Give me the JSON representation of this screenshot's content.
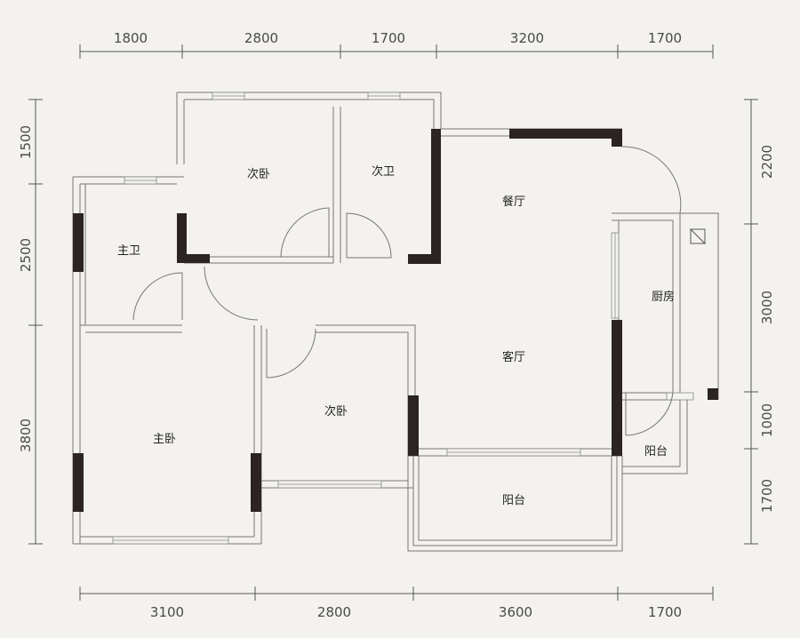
{
  "dimensions": {
    "top": [
      "1800",
      "2800",
      "1700",
      "3200",
      "1700"
    ],
    "bottom": [
      "3100",
      "2800",
      "3600",
      "1700"
    ],
    "left": [
      "1500",
      "2500",
      "3800"
    ],
    "right": [
      "2200",
      "3000",
      "1000",
      "1700"
    ]
  },
  "rooms": {
    "bedroom2_top": "次卧",
    "bathroom2": "次卫",
    "dining": "餐厅",
    "master_bath": "主卫",
    "kitchen": "厨房",
    "living": "客厅",
    "bedroom2_mid": "次卧",
    "master_bedroom": "主卧",
    "balcony_small": "阳台",
    "balcony_large": "阳台"
  },
  "colors": {
    "background": "#f4f2ee",
    "solid_wall": "#2b2324",
    "line": "#777777"
  }
}
